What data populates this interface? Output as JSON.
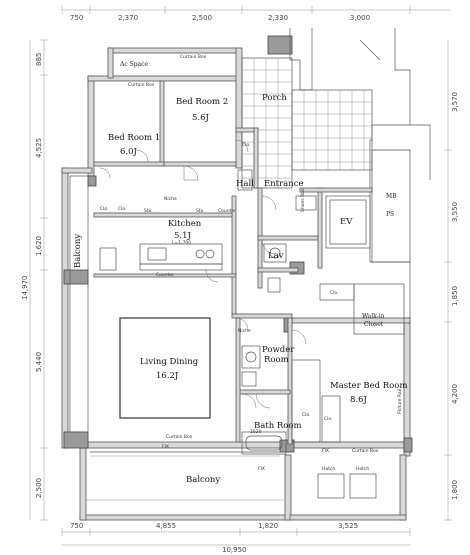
{
  "dimensions": {
    "top": [
      "750",
      "2,370",
      "2,500",
      "2,330",
      "3,000"
    ],
    "bottom": [
      "750",
      "4,855",
      "1,820",
      "3,525"
    ],
    "total_bottom": "10,950",
    "left": [
      "885",
      "4,525",
      "1,620",
      "5,440",
      "2,500"
    ],
    "total_left": "14,970",
    "right": [
      "3,570",
      "3,550",
      "1,850",
      "4,200",
      "1,800"
    ]
  },
  "rooms": {
    "ac_space": "Ac Space",
    "bedroom2": "Bed Room 2",
    "bedroom2_size": "5.6J",
    "porch": "Porch",
    "bedroom1": "Bed Room 1",
    "bedroom1_size": "6.0J",
    "hall": "Hall",
    "entrance": "Entrance",
    "kitchen": "Kitchen",
    "kitchen_size": "5.1J",
    "ev": "EV",
    "mb": "MB",
    "ps": "PS",
    "lav": "Lav",
    "balcony_side": "Balcony",
    "living": "Living Dining",
    "living_size": "16.2J",
    "powder": "Powder",
    "powder2": "Room",
    "master": "Master Bed Room",
    "master_size": "8.6J",
    "walkin": "Walk-in",
    "walkin2": "Closet",
    "bath": "Bath Room",
    "balcony": "Balcony"
  },
  "labels": {
    "clo": "Clo.",
    "niche": "Niche",
    "counter": "Counter",
    "sto": "Sto.",
    "curtain_box": "Curtain Box",
    "fix": "FIX",
    "l_size": "L=1,700",
    "shoes_box": "Shoes Box",
    "picture_rail": "Picture Rail",
    "hatch": "Hatch",
    "size_1620": "1620"
  }
}
